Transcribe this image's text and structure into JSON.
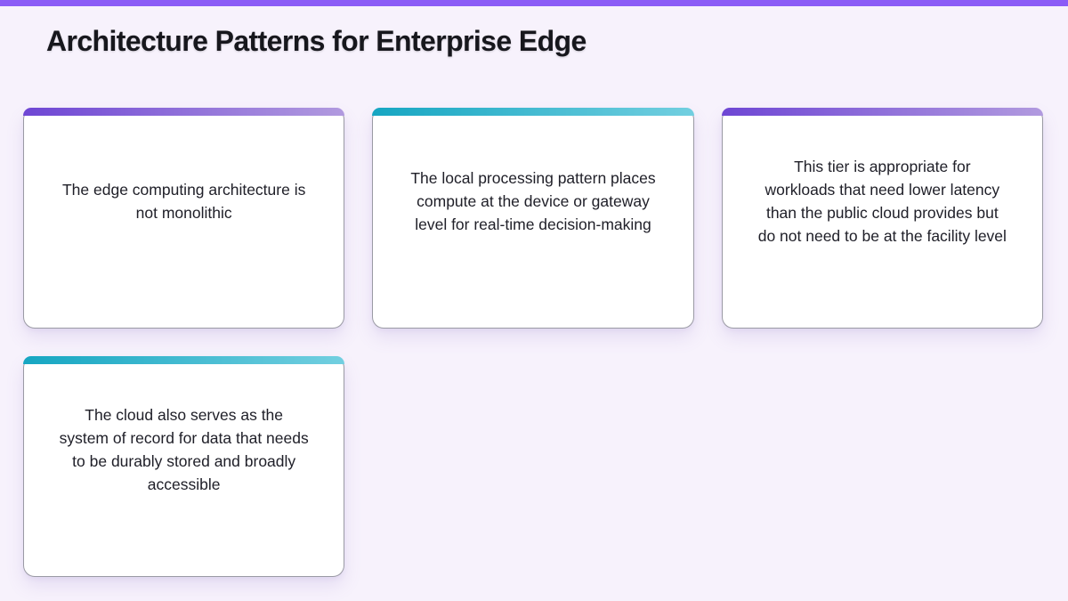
{
  "page": {
    "title": "Architecture Patterns for Enterprise Edge",
    "top_bar_color": "#8B5CF6",
    "background_color": "#F7F2FC"
  },
  "cards": [
    {
      "text": "The edge computing architecture is not monolithic",
      "accent": "purple",
      "accent_gradient": [
        "#6E46D4",
        "#B19ADF"
      ]
    },
    {
      "text": "The local processing pattern places compute at the device or gateway level for real-time decision-making",
      "accent": "teal",
      "accent_gradient": [
        "#16A6C2",
        "#72CFE0"
      ]
    },
    {
      "text": "This tier is appropriate for workloads that need lower latency than the public cloud provides but do not need to be at the facility level",
      "accent": "purple",
      "accent_gradient": [
        "#6E46D4",
        "#B19ADF"
      ]
    },
    {
      "text": "The cloud also serves as the system of record for data that needs to be durably stored and broadly accessible",
      "accent": "teal",
      "accent_gradient": [
        "#16A6C2",
        "#72CFE0"
      ]
    }
  ]
}
